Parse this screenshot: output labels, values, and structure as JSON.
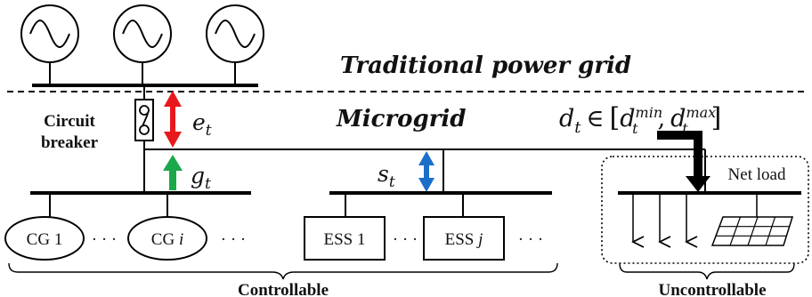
{
  "traditional_grid_label": "Traditional power grid",
  "microgrid_label": "Microgrid",
  "circuit_breaker_label": [
    "Circuit",
    "breaker"
  ],
  "exchange_var": "e",
  "generation_var": "g",
  "storage_var": "s",
  "time_subscript": "t",
  "demand_expr": {
    "var": "d",
    "sub": "t",
    "in": "∈",
    "lbracket": "[",
    "min_var": "d",
    "min_sup": "min",
    "comma": ",",
    "max_var": "d",
    "max_sup": "max",
    "rbracket": "]"
  },
  "net_load_label": "Net load",
  "generators": [
    {
      "label": "CG 1",
      "italic": ""
    },
    {
      "label": "CG ",
      "italic": "i"
    }
  ],
  "storage_units": [
    {
      "label": "ESS 1",
      "italic": ""
    },
    {
      "label": "ESS ",
      "italic": "j"
    }
  ],
  "ellipsis": "· · ·",
  "controllable_label": "Controllable",
  "uncontrollable_label": "Uncontrollable",
  "colors": {
    "exchange_arrow": "#e8191c",
    "generation_arrow": "#1aa84a",
    "storage_arrow": "#1b6fc8",
    "lines": "#000000"
  },
  "icons": [
    "ac-source-icon",
    "breaker-icon",
    "load-arrow-icon",
    "solar-panel-icon"
  ]
}
